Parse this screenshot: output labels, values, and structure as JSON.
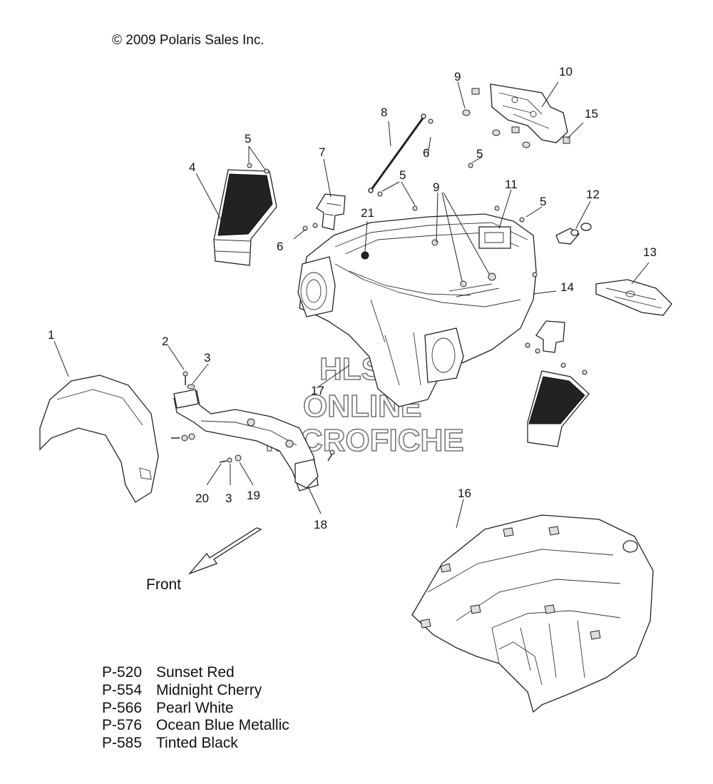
{
  "copyright": "© 2009 Polaris Sales Inc.",
  "direction_label": "Front",
  "watermark": {
    "line1": "HLSM",
    "line2": "ONLINE",
    "line3": "MICROFICHE"
  },
  "callouts": {
    "c1": "1",
    "c2": "2",
    "c3a": "3",
    "c3b": "3",
    "c4": "4",
    "c5a": "5",
    "c5b": "5",
    "c5c": "5",
    "c5d": "5",
    "c6a": "6",
    "c6b": "6",
    "c7": "7",
    "c8": "8",
    "c9a": "9",
    "c9b": "9",
    "c10": "10",
    "c11": "11",
    "c12": "12",
    "c13": "13",
    "c14": "14",
    "c15": "15",
    "c16": "16",
    "c17": "17",
    "c18": "18",
    "c19": "19",
    "c20": "20",
    "c21": "21"
  },
  "color_codes": [
    {
      "code": "P-520",
      "name": "Sunset Red"
    },
    {
      "code": "P-554",
      "name": "Midnight Cherry"
    },
    {
      "code": "P-566",
      "name": "Pearl White"
    },
    {
      "code": "P-576",
      "name": "Ocean Blue Metallic"
    },
    {
      "code": "P-585",
      "name": "Tinted Black"
    }
  ]
}
